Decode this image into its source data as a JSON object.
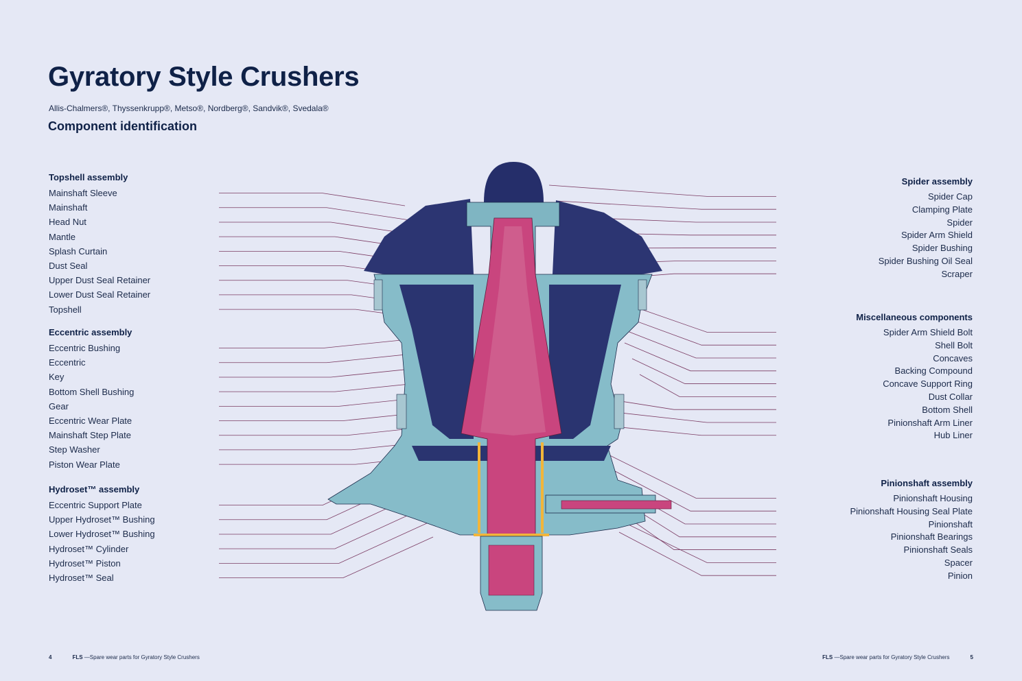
{
  "title": "Gyratory Style Crushers",
  "brands": "Allis-Chalmers®, Thyssenkrupp®, Metso®, Nordberg®, Sandvik®, Svedala®",
  "subtitle": "Component identification",
  "left_groups": [
    {
      "heading": "Topshell assembly",
      "items": [
        "Mainshaft Sleeve",
        "Mainshaft",
        "Head Nut",
        "Mantle",
        "Splash Curtain",
        "Dust Seal",
        "Upper Dust Seal Retainer",
        "Lower Dust Seal Retainer",
        "Topshell"
      ]
    },
    {
      "heading": "Eccentric assembly",
      "items": [
        "Eccentric Bushing",
        "Eccentric",
        "Key",
        "Bottom Shell Bushing",
        "Gear",
        "Eccentric Wear Plate",
        "Mainshaft Step Plate",
        "Step Washer",
        "Piston Wear Plate"
      ]
    },
    {
      "heading": "Hydroset™ assembly",
      "items": [
        "Eccentric Support Plate",
        "Upper Hydroset™ Bushing",
        "Lower Hydroset™ Bushing",
        "Hydroset™ Cylinder",
        "Hydroset™ Piston",
        "Hydroset™ Seal"
      ]
    }
  ],
  "right_groups": [
    {
      "heading": "Spider assembly",
      "items": [
        "Spider Cap",
        "Clamping Plate",
        "Spider",
        "Spider Arm Shield",
        "Spider Bushing",
        "Spider Bushing Oil Seal",
        "Scraper"
      ]
    },
    {
      "heading": "Miscellaneous components",
      "items": [
        "Spider Arm Shield Bolt",
        "Shell Bolt",
        "Concaves",
        "Backing Compound",
        "Concave Support Ring",
        "Dust Collar",
        "Bottom Shell",
        "Pinionshaft Arm Liner",
        "Hub Liner"
      ]
    },
    {
      "heading": "Pinionshaft assembly",
      "items": [
        "Pinionshaft Housing",
        "Pinionshaft Housing Seal Plate",
        "Pinionshaft",
        "Pinionshaft Bearings",
        "Pinionshaft Seals",
        "Spacer",
        "Pinion"
      ]
    }
  ],
  "footer_left": {
    "page": "4",
    "brand": "FLS",
    "text": " —Spare wear parts for Gyratory Style Crushers"
  },
  "footer_right": {
    "page": "5",
    "brand": "FLS",
    "text": " —Spare wear parts for Gyratory Style Crushers"
  },
  "colors": {
    "background": "#e5e8f5",
    "heading": "#0f2147",
    "shell": "#86bcc9",
    "dark_blue": "#252e6a",
    "shaft": "#c9457e",
    "leader": "#7a3a62"
  }
}
